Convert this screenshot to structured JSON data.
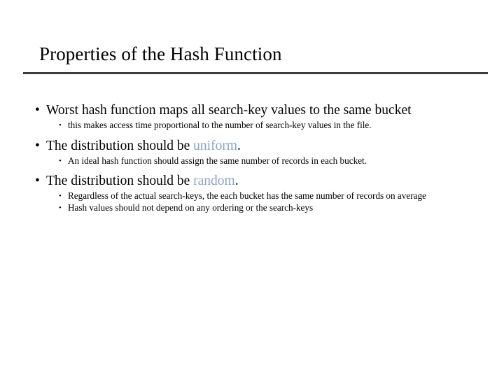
{
  "slide": {
    "title": "Properties of the Hash Function",
    "accent_color": "#8ba3bf",
    "rule_color": "#3c3c3c",
    "background_color": "#ffffff",
    "text_color": "#000000",
    "bullet_glyph_level1": "•",
    "bullet_glyph_level2": "•"
  },
  "content": {
    "groups": [
      {
        "lead": {
          "text_before": "Worst hash function maps all search-key values to the same bucket",
          "accent": "",
          "text_after": ""
        },
        "subs": [
          "this makes access time proportional to the number of search-key values in the file."
        ]
      },
      {
        "lead": {
          "text_before": "The distribution should be ",
          "accent": "uniform",
          "text_after": "."
        },
        "subs": [
          "An ideal hash function should assign the same number of records in each bucket."
        ]
      },
      {
        "lead": {
          "text_before": "The distribution should be ",
          "accent": "random",
          "text_after": "."
        },
        "subs": [
          "Regardless of the actual search-keys, the each bucket has the same number of records on average",
          "Hash values should not depend on any ordering or the search-keys"
        ]
      }
    ]
  }
}
